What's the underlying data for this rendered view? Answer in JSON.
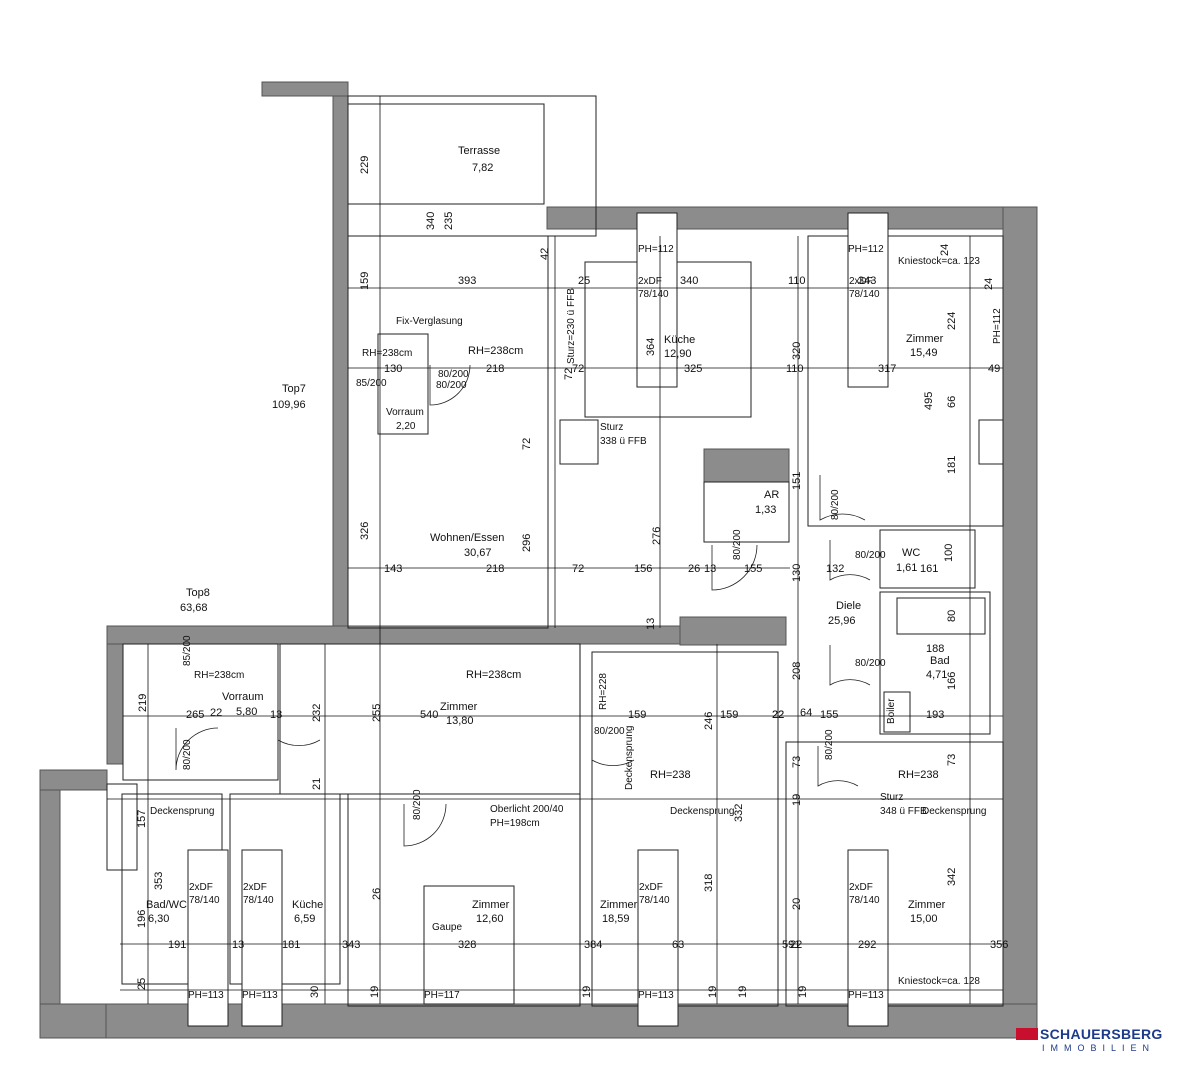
{
  "rooms": [
    {
      "id": "terrasse",
      "name": "Terrasse",
      "area": "7,82"
    },
    {
      "id": "top7",
      "name": "Top7",
      "area": "109,96"
    },
    {
      "id": "vorraum7",
      "name": "Vorraum",
      "area": "2,20"
    },
    {
      "id": "wohnen",
      "name": "Wohnen/Essen",
      "area": "30,67"
    },
    {
      "id": "kueche7",
      "name": "Küche",
      "area": "12,90"
    },
    {
      "id": "zimmer7",
      "name": "Zimmer",
      "area": "15,49"
    },
    {
      "id": "ar",
      "name": "AR",
      "area": "1,33"
    },
    {
      "id": "wc",
      "name": "WC",
      "area": "1,61"
    },
    {
      "id": "diele",
      "name": "Diele",
      "area": "25,96"
    },
    {
      "id": "bad7",
      "name": "Bad",
      "area": "4,71"
    },
    {
      "id": "top8",
      "name": "Top8",
      "area": "63,68"
    },
    {
      "id": "vorraum8",
      "name": "Vorraum",
      "area": "5,80"
    },
    {
      "id": "zimmer8a",
      "name": "Zimmer",
      "area": "13,80"
    },
    {
      "id": "badwc",
      "name": "Bad/WC",
      "area": "6,30"
    },
    {
      "id": "kueche8",
      "name": "Küche",
      "area": "6,59"
    },
    {
      "id": "zimmer8b",
      "name": "Zimmer",
      "area": "12,60"
    },
    {
      "id": "zimmer8c",
      "name": "Zimmer",
      "area": "18,59"
    },
    {
      "id": "zimmer8d",
      "name": "Zimmer",
      "area": "15,00"
    }
  ],
  "notes": {
    "fix_verglasung": "Fix-Verglasung",
    "rh_238cm_a": "RH=238cm",
    "rh_238cm_b": "RH=238cm",
    "rh_238cm_c": "RH=238cm",
    "rh_238cm_d": "RH=238cm",
    "rh_238_a": "RH=238",
    "rh_238_b": "RH=238",
    "rh_228": "RH=228",
    "sturz_230": "Sturz=230 ü FFB",
    "sturz_338a": "Sturz",
    "sturz_338b": "338 ü FFB",
    "sturz_348a": "Sturz",
    "sturz_348b": "348 ü FFB",
    "kniestock_123": "Kniestock=ca. 123",
    "kniestock_128": "Kniestock=ca. 128",
    "oberlicht": "Oberlicht 200/40",
    "ph_198": "PH=198cm",
    "gaupe": "Gaupe",
    "boiler": "Boiler",
    "deckensprung_a": "Deckensprung",
    "deckensprung_b": "Deckensprung",
    "deckensprung_c": "Deckensprung",
    "deckensprung_d": "Deckensprung"
  },
  "ph_labels": [
    "PH=112",
    "PH=112",
    "PH=112",
    "PH=113",
    "PH=113",
    "PH=117",
    "PH=113",
    "PH=113"
  ],
  "windows": [
    {
      "id": "w1",
      "type": "2xDF",
      "size": "78/140"
    },
    {
      "id": "w2",
      "type": "2xDF",
      "size": "78/140"
    },
    {
      "id": "w3",
      "type": "2xDF",
      "size": "78/140"
    },
    {
      "id": "w4",
      "type": "2xDF",
      "size": "78/140"
    },
    {
      "id": "w5",
      "type": "2xDF",
      "size": "78/140"
    },
    {
      "id": "w6",
      "type": "2xDF",
      "size": "78/140"
    }
  ],
  "doors": [
    "80/200",
    "80/200",
    "80/200",
    "80/200",
    "80/200",
    "80/200",
    "80/200",
    "80/200",
    "80/200",
    "80/200",
    "85/200",
    "85/200"
  ],
  "dimensions": [
    "229",
    "340",
    "235",
    "42",
    "159",
    "393",
    "25",
    "340",
    "110",
    "343",
    "24",
    "24",
    "224",
    "130",
    "218",
    "72",
    "325",
    "110",
    "317",
    "49",
    "495",
    "66",
    "364",
    "320",
    "72",
    "72",
    "296",
    "276",
    "151",
    "181",
    "326",
    "143",
    "218",
    "72",
    "156",
    "26",
    "13",
    "155",
    "130",
    "132",
    "161",
    "100",
    "80",
    "188",
    "208",
    "166",
    "155",
    "193",
    "22",
    "219",
    "265",
    "13",
    "232",
    "255",
    "540",
    "159",
    "246",
    "159",
    "22",
    "73",
    "73",
    "21",
    "157",
    "353",
    "196",
    "191",
    "13",
    "181",
    "343",
    "26",
    "328",
    "384",
    "63",
    "318",
    "332",
    "591",
    "22",
    "20",
    "292",
    "342",
    "356",
    "25",
    "30",
    "19",
    "19",
    "19",
    "19",
    "19",
    "19",
    "64",
    "22",
    "13",
    "24"
  ],
  "brand": {
    "name": "SCHAUERSBERG",
    "sub": "IMMOBILIEN",
    "color": "#1d3b8a",
    "accent": "#c8102e"
  }
}
